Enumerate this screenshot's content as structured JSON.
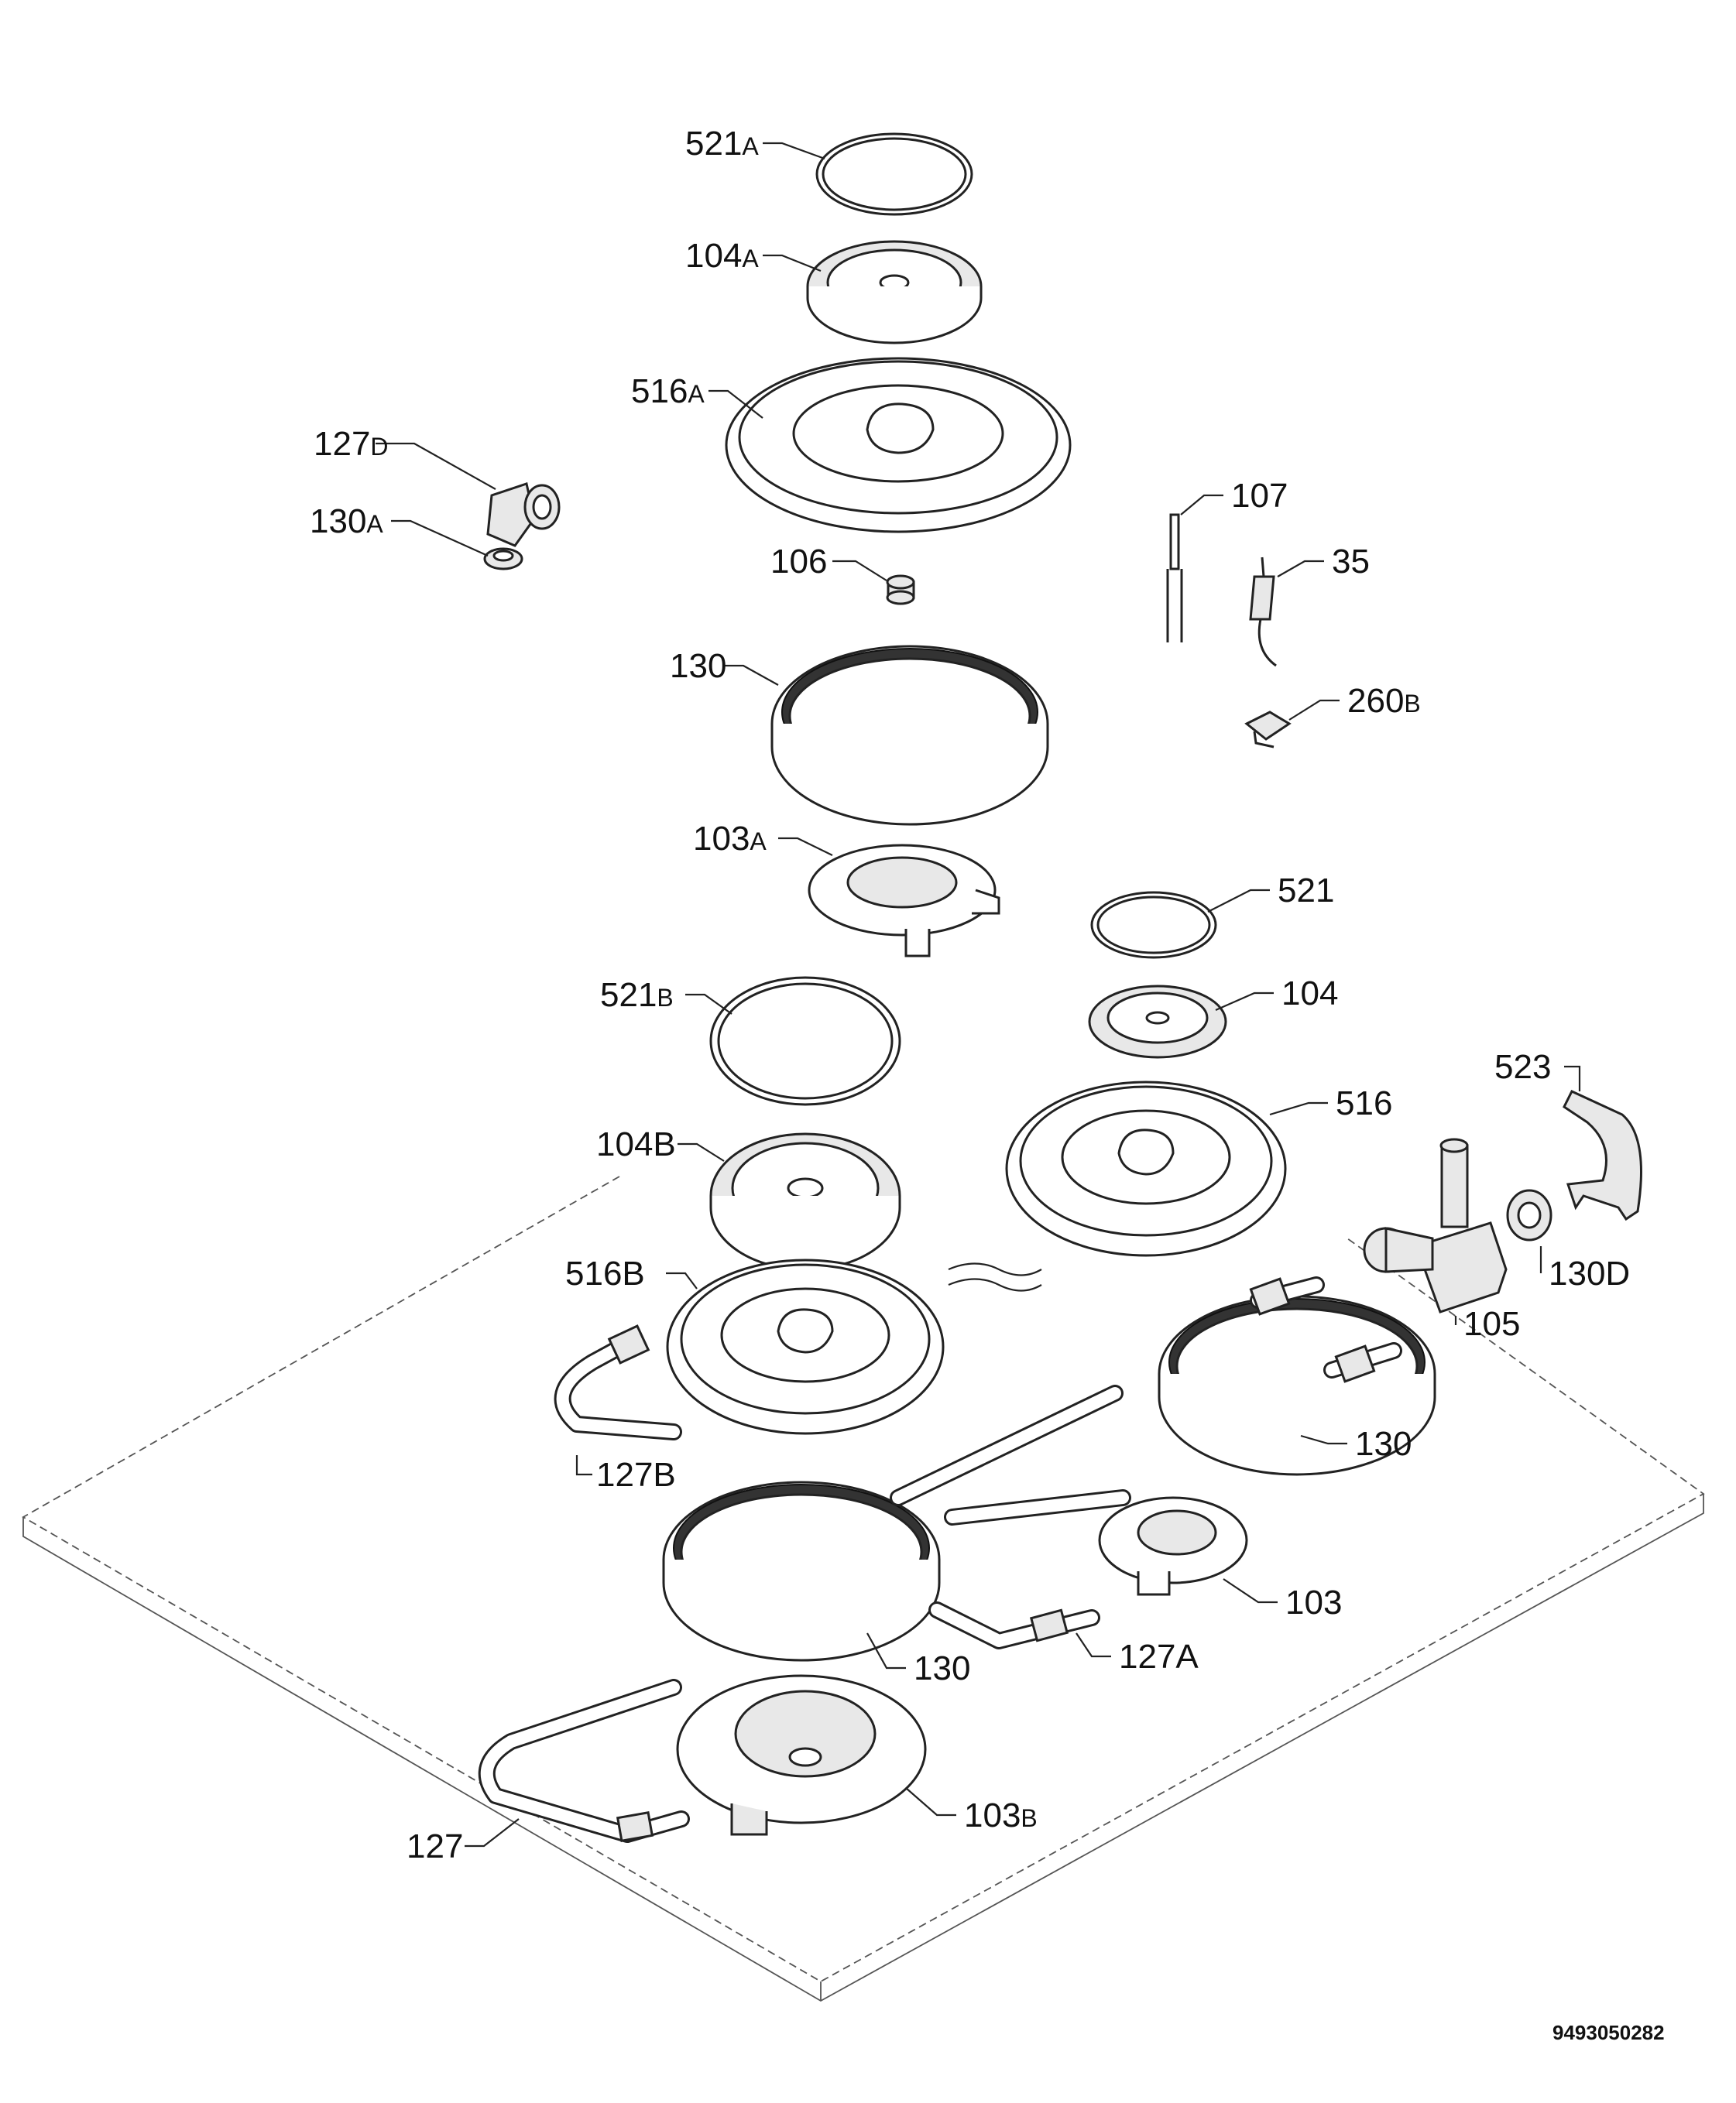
{
  "callouts": [
    {
      "id": "521a",
      "main": "521",
      "sub": "A"
    },
    {
      "id": "104a",
      "main": "104",
      "sub": "A"
    },
    {
      "id": "516a",
      "main": "516",
      "sub": "A"
    },
    {
      "id": "127d",
      "main": "127",
      "sub": "D"
    },
    {
      "id": "130a",
      "main": "130",
      "sub": "A"
    },
    {
      "id": "106",
      "main": "106",
      "sub": ""
    },
    {
      "id": "107",
      "main": "107",
      "sub": ""
    },
    {
      "id": "35",
      "main": "35",
      "sub": ""
    },
    {
      "id": "130-top",
      "main": "130",
      "sub": ""
    },
    {
      "id": "260b",
      "main": "260",
      "sub": "B"
    },
    {
      "id": "103a",
      "main": "103",
      "sub": "A"
    },
    {
      "id": "521",
      "main": "521",
      "sub": ""
    },
    {
      "id": "104",
      "main": "104",
      "sub": ""
    },
    {
      "id": "521b",
      "main": "521",
      "sub": "B"
    },
    {
      "id": "523",
      "main": "523",
      "sub": ""
    },
    {
      "id": "516",
      "main": "516",
      "sub": ""
    },
    {
      "id": "104b",
      "main": "104B",
      "sub": ""
    },
    {
      "id": "130d",
      "main": "130D",
      "sub": ""
    },
    {
      "id": "516b",
      "main": "516B",
      "sub": ""
    },
    {
      "id": "105",
      "main": "105",
      "sub": ""
    },
    {
      "id": "130-right",
      "main": "130",
      "sub": ""
    },
    {
      "id": "127b",
      "main": "127B",
      "sub": ""
    },
    {
      "id": "103",
      "main": "103",
      "sub": ""
    },
    {
      "id": "127a",
      "main": "127A",
      "sub": ""
    },
    {
      "id": "130-bottom",
      "main": "130",
      "sub": ""
    },
    {
      "id": "103b",
      "main": "103",
      "sub": "B"
    },
    {
      "id": "127",
      "main": "127",
      "sub": ""
    }
  ],
  "document_id": "9493050282"
}
